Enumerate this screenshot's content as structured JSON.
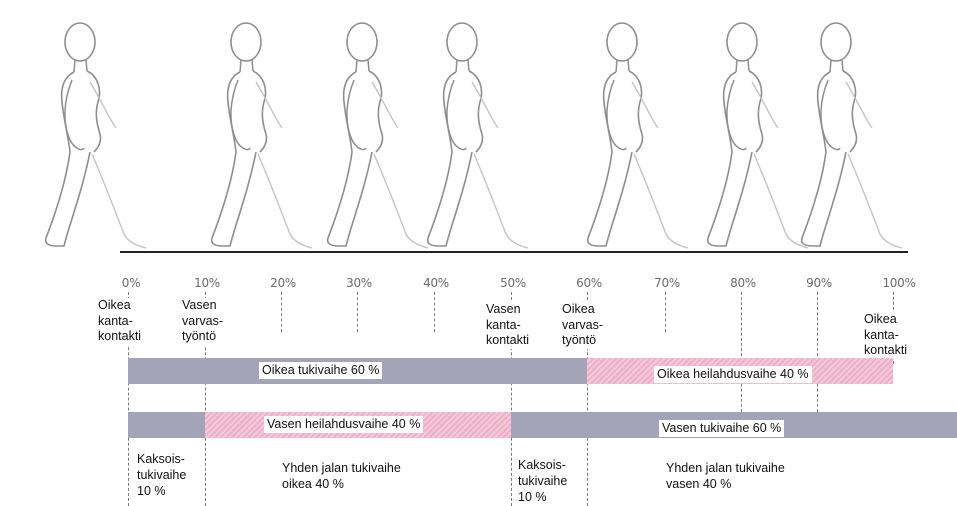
{
  "timeline": {
    "ticks": [
      "0%",
      "10%",
      "20%",
      "30%",
      "40%",
      "50%",
      "60%",
      "70%",
      "80%",
      "90%",
      "100%"
    ]
  },
  "events": {
    "e0": "Oikea\nkanta-\nkontakti",
    "e10": "Vasen\nvarvas-\ntyöntö",
    "e50": "Vasen\nkanta-\nkontakti",
    "e60": "Oikea\nvarvas-\ntyöntö",
    "e100": "Oikea\nkanta-\nkontakti"
  },
  "bars": {
    "right_stance": "Oikea tukivaihe 60 %",
    "right_swing": "Oikea heilahdusvaihe 40 %",
    "left_swing": "Vasen heilahdusvaihe 40 %",
    "left_stance": "Vasen tukivaihe 60 %"
  },
  "notes": {
    "double1": "Kaksois-\ntukivaihe\n10 %",
    "single_right": "Yhden jalan tukivaihe\noikea 40 %",
    "double2": "Kaksois-\ntukivaihe\n10 %",
    "single_left": "Yhden jalan tukivaihe\nvasen 40 %"
  },
  "colors": {
    "stance_gray": "#a3a4b8",
    "swing_pink": "#ecb0c8",
    "figure_stroke": "#9a9a9a",
    "ground_line": "#222222"
  }
}
